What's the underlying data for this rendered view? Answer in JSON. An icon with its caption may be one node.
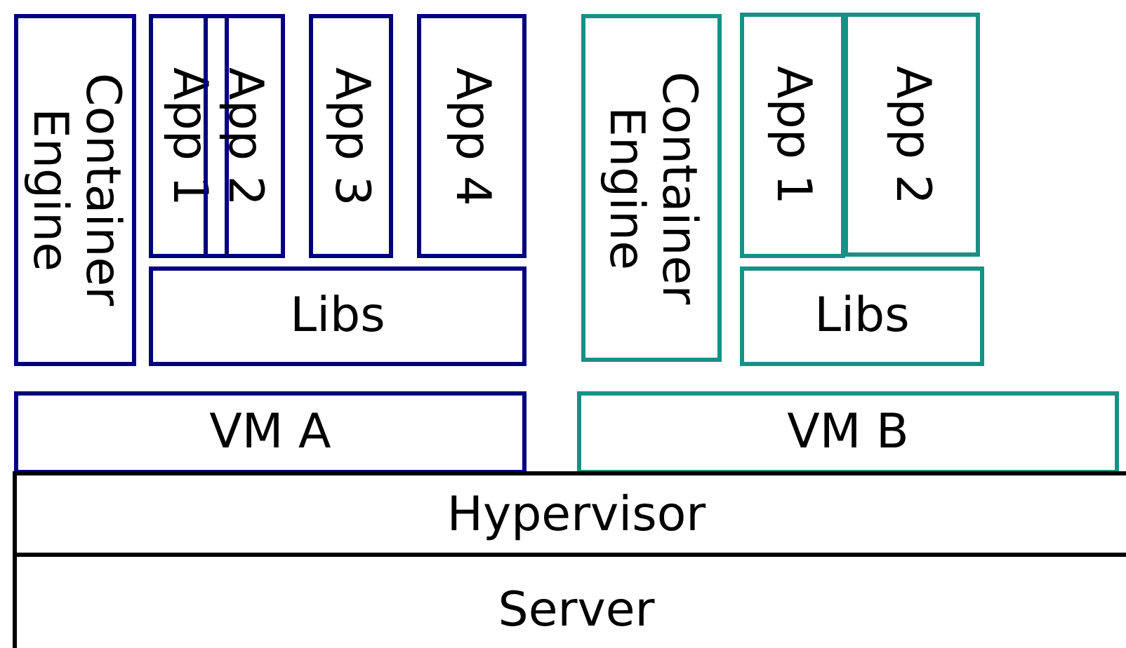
{
  "diagram": {
    "nodes": [
      {
        "text": [
          "Container Engine"
        ]
      },
      {
        "text": [
          "App 1"
        ]
      },
      {
        "text": [
          "App 2"
        ]
      },
      {
        "text": [
          "App 3"
        ]
      },
      {
        "text": [
          "App 4"
        ]
      },
      {
        "text": [
          "Libs"
        ]
      },
      {
        "text": [
          "VM A"
        ]
      },
      {
        "text": [
          "Container Engine"
        ]
      },
      {
        "text": [
          "App 1"
        ]
      },
      {
        "text": [
          "App 2"
        ]
      },
      {
        "text": [
          "Libs"
        ]
      },
      {
        "text": [
          "VM B"
        ]
      },
      {
        "text": [
          "Hypervisor"
        ]
      },
      {
        "text": [
          "Server"
        ]
      }
    ],
    "edges": []
  }
}
